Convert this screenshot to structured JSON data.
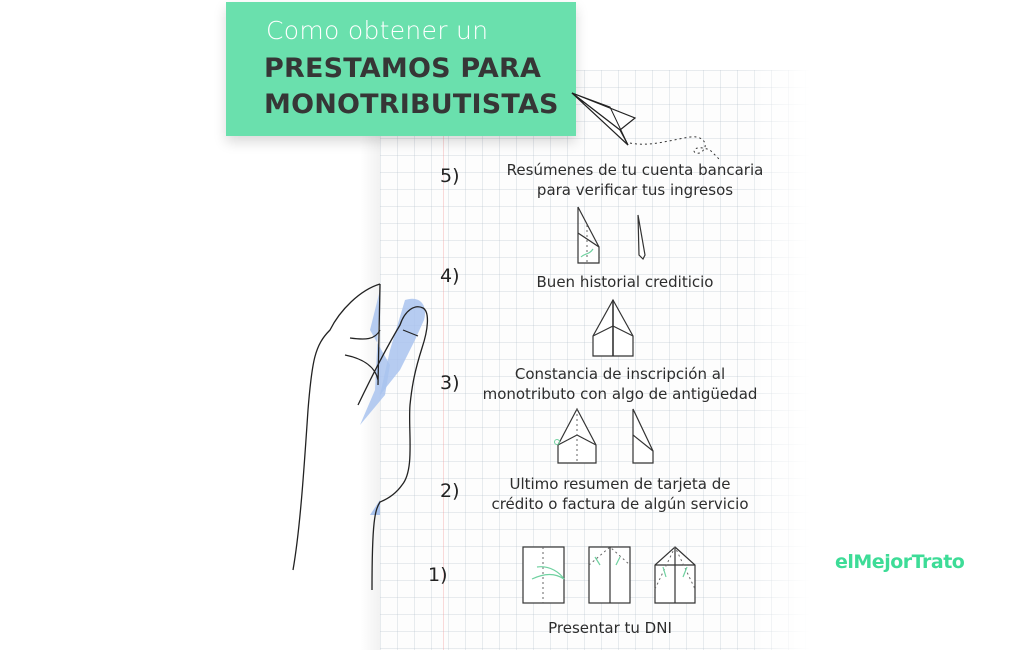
{
  "title": {
    "line1": "Como obtener un",
    "line2": "PRESTAMOS PARA",
    "line3": "MONOTRIBUTISTAS",
    "background_color": "#6ae0ad",
    "bold_color": "#363636"
  },
  "steps": [
    {
      "number": "5)",
      "text_line1": "Resúmenes de tu cuenta bancaria",
      "text_line2": "para verificar tus ingresos"
    },
    {
      "number": "4)",
      "text_line1": "Buen historial crediticio",
      "text_line2": ""
    },
    {
      "number": "3)",
      "text_line1": "Constancia de inscripción al",
      "text_line2": "monotributo con algo de antigüedad"
    },
    {
      "number": "2)",
      "text_line1": "Ultimo resumen de tarjeta de",
      "text_line2": "crédito o factura de algún servicio"
    },
    {
      "number": "1)",
      "text_line1": "Presentar tu DNI",
      "text_line2": ""
    }
  ],
  "brand": {
    "name": "elMejorTrato",
    "color": "#3ddc97"
  },
  "illustrations": {
    "hand": "hand-holding-paper-icon",
    "plane": "paper-plane-icon",
    "fold_steps": "paper-fold-diagram-icon"
  }
}
